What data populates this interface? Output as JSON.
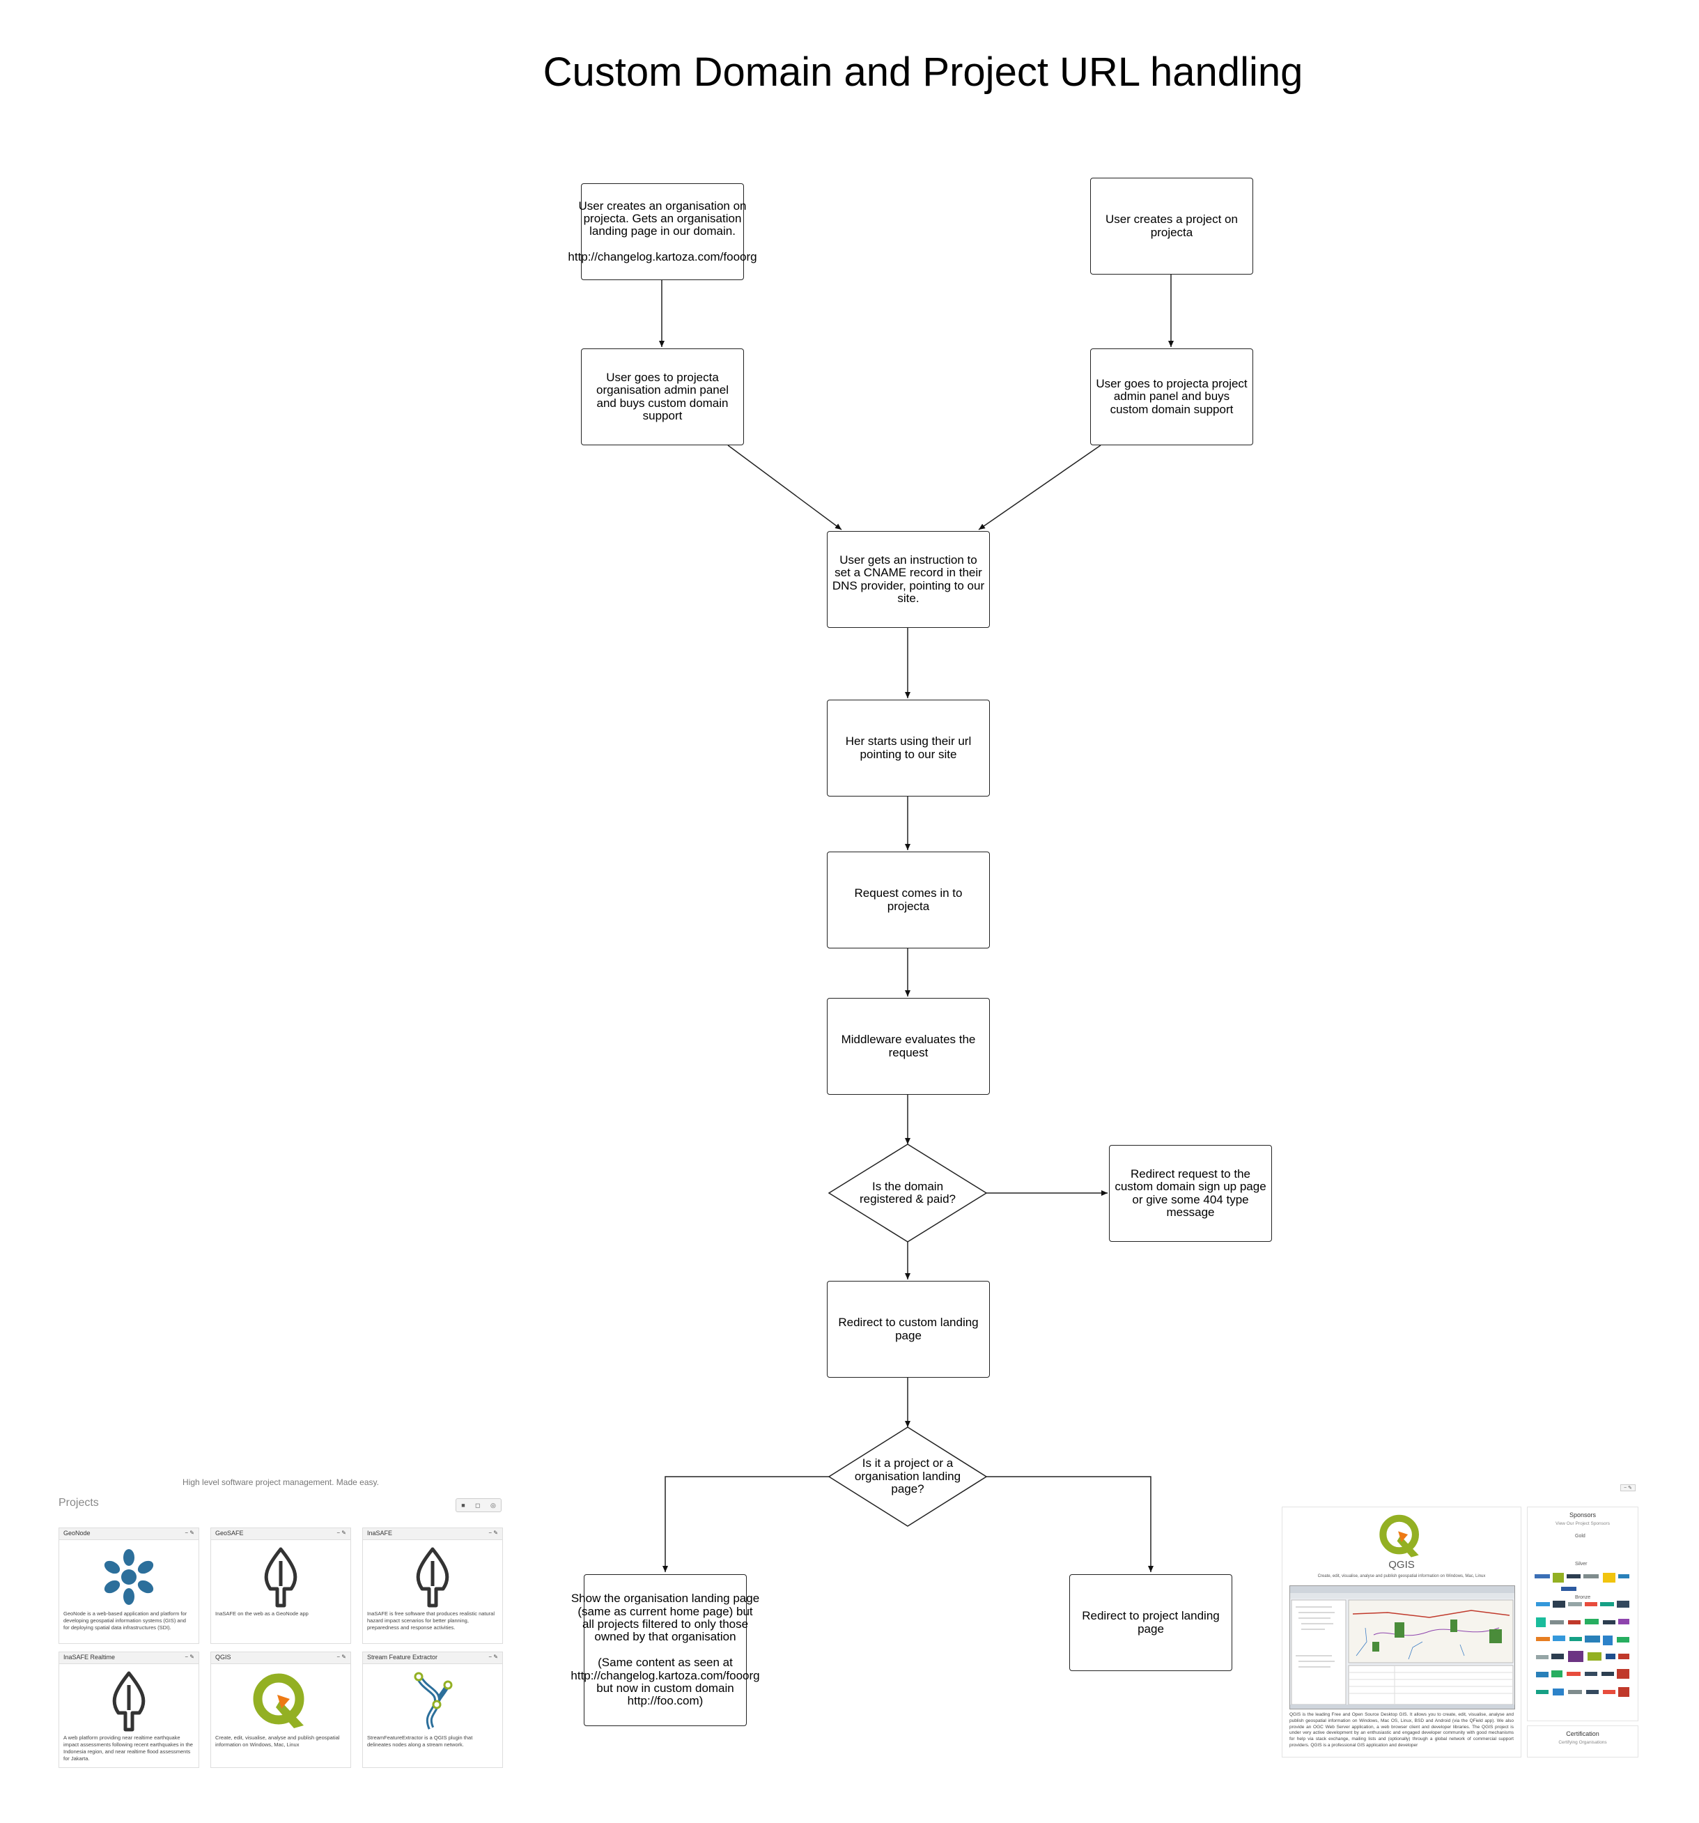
{
  "title": "Custom Domain and Project URL handling",
  "nodes": {
    "org_create": "User creates an organisation on projecta. Gets an organisation landing page in our domain.\n\nhttp://changelog.kartoza.com/fooorg",
    "project_create": "User creates a project on projecta",
    "org_admin": "User goes to projecta organisation admin panel and buys custom domain support",
    "project_admin": "User goes to projecta project admin panel and buys custom domain support",
    "cname": "User gets an instruction to set a CNAME record in their DNS provider, pointing to our site.",
    "starts_using": "Her starts using their url pointing to our site",
    "request_comes": "Request comes in to projecta",
    "middleware": "Middleware evaluates the request",
    "decision_domain": "Is the domain registered & paid?",
    "redirect_signup": "Redirect request to the custom domain sign up page or give some 404 type message",
    "redirect_custom": "Redirect to custom landing page",
    "decision_type": "Is it a project or a organisation landing page?",
    "org_landing": "Show the organisation landing page (same as current home page) but all projects filtered to only those owned by that organisation\n\n(Same content as seen at http://changelog.kartoza.com/fooorg but now in custom domain http://foo.com)",
    "project_landing": "Redirect to project landing page"
  },
  "screenshot_projects": {
    "tagline": "High level software project management. Made easy.",
    "heading": "Projects",
    "view_buttons": [
      "■",
      "◻",
      "◎"
    ],
    "card_buttons": "− ✎",
    "cards": [
      {
        "name": "GeoNode",
        "logo": "geonode-icon",
        "desc": "GeoNode is a web-based application and platform for developing geospatial information systems (GIS) and for deploying spatial data infrastructures (SDI)."
      },
      {
        "name": "GeoSAFE",
        "logo": "inasafe-icon",
        "desc": "InaSAFE on the web as a GeoNode app"
      },
      {
        "name": "InaSAFE",
        "logo": "inasafe-icon",
        "desc": "InaSAFE is free software that produces realistic natural hazard impact scenarios for better planning, preparedness and response activities."
      },
      {
        "name": "InaSAFE Realtime",
        "logo": "inasafe-icon",
        "desc": "A web platform providing near realtime earthquake impact assessments following recent earthquakes in the Indonesia region, and near realtime flood assessments for Jakarta."
      },
      {
        "name": "QGIS",
        "logo": "qgis-icon",
        "desc": "Create, edit, visualise, analyse and publish geospatial information on Windows, Mac, Linux"
      },
      {
        "name": "Stream Feature Extractor",
        "logo": "stream-icon",
        "desc": "StreamFeatureExtractor is a QGIS plugin that delineates nodes along a stream network."
      }
    ]
  },
  "screenshot_qgis": {
    "corner_buttons": "− ✎",
    "name": "QGIS",
    "subtitle": "Create, edit, visualise, analyse and publish geospatial information on Windows, Mac, Linux",
    "description": "QGIS is the leading Free and Open Source Desktop GIS. It allows you to create, edit, visualise, analyse and publish geospatial information on Windows, Mac OS, Linux, BSD and Android (via the QField app). We also provide an OGC Web Server application, a web browser client and developer libraries. The QGIS project is under very active development by an enthusiastic and engaged developer community with good mechanisms for help via stack exchange, mailing lists and (optionally) through a global network of commercial support providers. QGIS is a professional GIS application and developer",
    "sponsors_title": "Sponsors",
    "sponsors_link": "View Our Project Sponsors",
    "tiers": [
      "Gold",
      "Silver",
      "Bronze"
    ],
    "certification_title": "Certification",
    "certification_link": "Certifying Organisations",
    "colors": {
      "qgis_green": "#93b023",
      "qgis_orange": "#ee7913",
      "geonode_blue": "#2c6f9b"
    }
  }
}
